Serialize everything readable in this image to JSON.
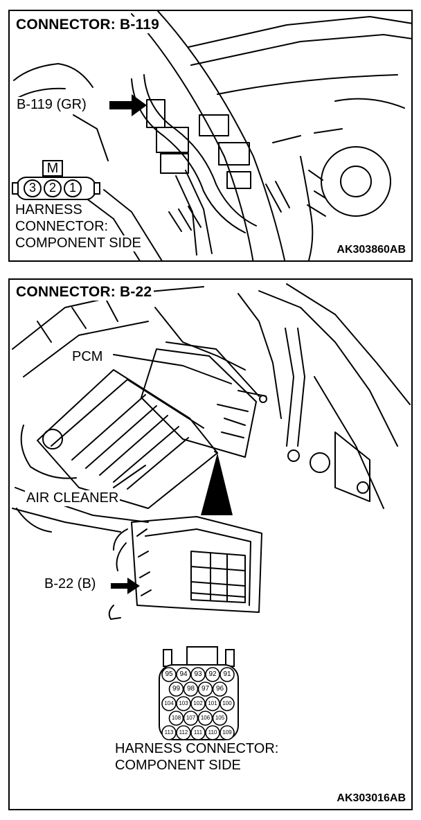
{
  "panel1": {
    "title": "CONNECTOR: B-119",
    "connector_label": "B-119 (GR)",
    "connector_pins": [
      "3",
      "2",
      "1"
    ],
    "key_mark": "M",
    "harness_line1": "HARNESS",
    "harness_line2": "CONNECTOR:",
    "harness_line3": "COMPONENT SIDE",
    "figure_code": "AK303860AB"
  },
  "panel2": {
    "title": "CONNECTOR: B-22",
    "pcm_label": "PCM",
    "air_cleaner_label": "AIR CLEANER",
    "connector_label": "B-22 (B)",
    "pin_rows": [
      [
        "95",
        "94",
        "93",
        "92",
        "91"
      ],
      [
        "99",
        "98",
        "97",
        "96"
      ],
      [
        "104",
        "103",
        "102",
        "101",
        "100"
      ],
      [
        "108",
        "107",
        "106",
        "105"
      ],
      [
        "113",
        "112",
        "111",
        "110",
        "109"
      ]
    ],
    "harness_line1": "HARNESS CONNECTOR:",
    "harness_line2": "COMPONENT SIDE",
    "figure_code": "AK303016AB"
  }
}
